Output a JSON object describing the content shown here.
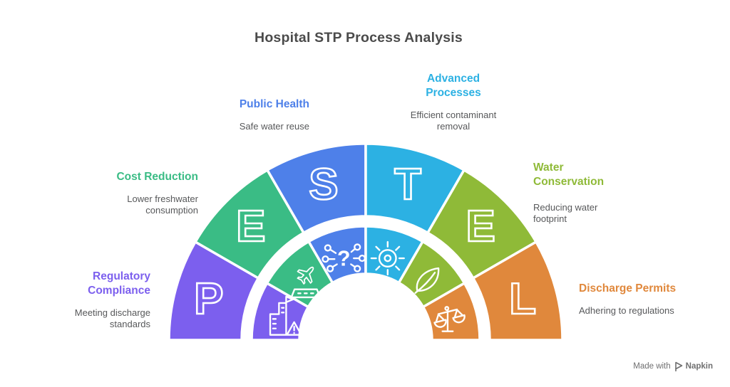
{
  "title": "Hospital STP Process Analysis",
  "chart": {
    "type": "semicircular-pestel-arch",
    "acronym": "PESTEL",
    "segments": [
      {
        "letter": "P",
        "color": "#7C5FEE",
        "icon": "building-warning-icon",
        "label": [
          "Regulatory",
          "Compliance"
        ],
        "description": [
          "Meeting discharge",
          "standards"
        ]
      },
      {
        "letter": "E",
        "color": "#3ABC85",
        "icon": "airplane-runway-icon",
        "label": "Cost Reduction",
        "description": [
          "Lower freshwater",
          "consumption"
        ]
      },
      {
        "letter": "S",
        "color": "#4E80E9",
        "icon": "network-question-icon",
        "label": "Public Health",
        "description": "Safe water reuse"
      },
      {
        "letter": "T",
        "color": "#2CB1E3",
        "icon": "sun-icon",
        "label": [
          "Advanced",
          "Processes"
        ],
        "description": [
          "Efficient contaminant",
          "removal"
        ]
      },
      {
        "letter": "E",
        "color": "#8FBA38",
        "icon": "leaf-icon",
        "label": [
          "Water",
          "Conservation"
        ],
        "description": "Reducing water footprint"
      },
      {
        "letter": "L",
        "color": "#E0883C",
        "icon": "scales-icon",
        "label": "Discharge Permits",
        "description": "Adhering to regulations"
      }
    ]
  },
  "watermark": {
    "prefix": "Made with",
    "brand": "Napkin"
  }
}
